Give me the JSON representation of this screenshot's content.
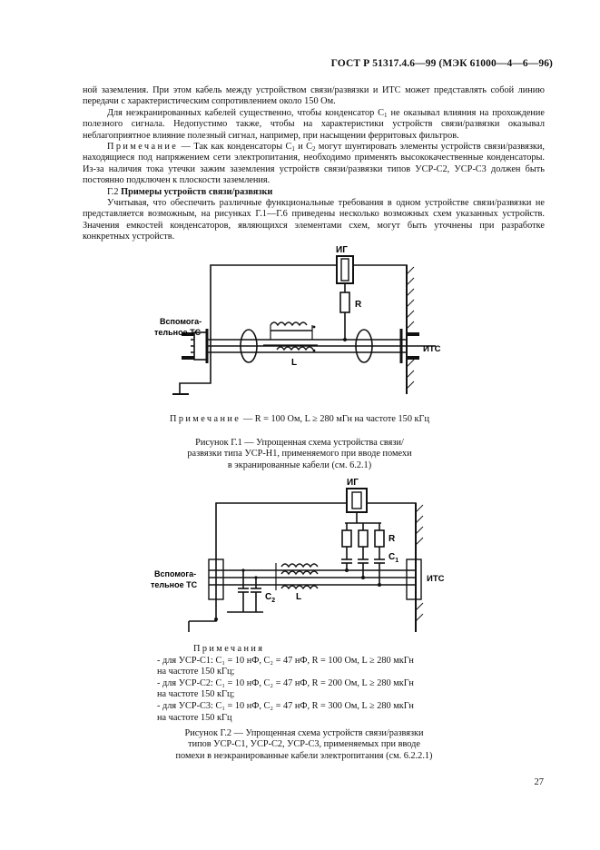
{
  "header": {
    "standard": "ГОСТ Р 51317.4.6—99 (МЭК 61000—4—6—96)"
  },
  "body": {
    "p1": "ной заземления. При этом кабель между устройством связи/развязки и ИТС может представлять собой линию передачи с характеристическим сопротивлением около 150 Ом.",
    "p2_a": "Для неэкранированных кабелей существенно, чтобы конденсатор C",
    "p2_sub": "1",
    "p2_b": " не оказывал влияния на прохождение полезного сигнала. Недопустимо также, чтобы на характеристики устройств связи/развязки оказывал неблагоприятное влияние полезный сигнал, например, при насыщении ферритовых фильтров.",
    "note_label": "Примечание",
    "note_a": " — Так как конденсаторы C",
    "note_sub1": "1",
    "note_b": " и C",
    "note_sub2": "2",
    "note_c": " могут шунтировать элементы устройств связи/развязки, находящиеся под напряжением сети электропитания, необходимо применять высококачественные конденсаторы. Из-за наличия тока утечки зажим заземления устройств связи/развязки типов УСР-С2, УСР-С3 должен быть постоянно подключен к плоскости заземления.",
    "section_num": "Г.2 ",
    "section_title": "Примеры устройств связи/развязки",
    "p3": "Учитывая, что обеспечить различные функциональные требования в одном устройстве связи/развязки не представляется возможным, на рисунках Г.1—Г.6 приведены несколько возможных схем указанных устройств. Значения емкостей конденсаторов, являющихся элементами схем, могут быть уточнены при разработке конкретных устройств."
  },
  "figure1": {
    "label_ig": "ИГ",
    "label_r": "R",
    "label_l": "L",
    "label_aux1": "Вспомога-",
    "label_aux2": "тельное ТС",
    "label_its": "ИТС",
    "note_label": "Примечание",
    "note_text": " — R = 100 Ом, L ≥ 280 мГн на частоте 150 кГц",
    "caption": "Рисунок Г.1 — Упрощенная схема устройства связи/развязки типа УСР-Н1, применяемого при вводе помехи в экранированные кабели (см. 6.2.1)"
  },
  "figure2": {
    "label_ig": "ИГ",
    "label_r": "R",
    "label_c1": "C",
    "label_c1_sub": "1",
    "label_c2": "C",
    "label_c2_sub": "2",
    "label_l": "L",
    "label_aux1": "Вспомога-",
    "label_aux2": "тельное ТС",
    "label_its": "ИТС",
    "notes_title": "Примечания",
    "notes": [
      "- для УСР-С1: C₁ = 10 нФ, C₂ = 47 нФ, R = 100 Ом, L ≥ 280 мкГн",
      "на частоте 150 кГц;",
      "- для УСР-С2: C₁ = 10 нФ, C₂ = 47 нФ, R = 200 Ом, L ≥ 280 мкГн",
      "на частоте 150 кГц;",
      "- для УСР-С3: C₁ = 10 нФ, C₂ = 47 нФ, R = 300 Ом, L ≥ 280 мкГн",
      "на частоте 150 кГц"
    ],
    "caption": "Рисунок Г.2 — Упрощенная схема устройств связи/развязки типов УСР-С1, УСР-С2, УСР-С3, применяемых при вводе помехи в неэкранированные кабели электропитания (см. 6.2.2.1)"
  },
  "page_number": "27"
}
